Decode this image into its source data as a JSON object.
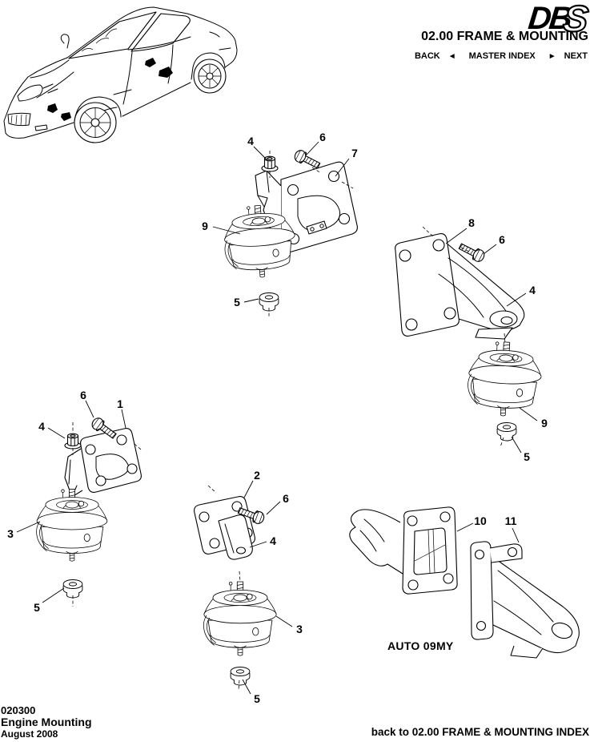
{
  "header": {
    "logo": {
      "db": "DB",
      "s": "S"
    },
    "section_title": "02.00 FRAME & MOUNTING",
    "nav": {
      "back": "BACK",
      "back_arrow": "◄",
      "master_index": "MASTER INDEX",
      "next_arrow": "►",
      "next": "NEXT"
    }
  },
  "diagram": {
    "variant_label": "AUTO 09MY",
    "callouts": [
      {
        "label": "4"
      },
      {
        "label": "6"
      },
      {
        "label": "7"
      },
      {
        "label": "9"
      },
      {
        "label": "5"
      },
      {
        "label": "8"
      },
      {
        "label": "6"
      },
      {
        "label": "4"
      },
      {
        "label": "9"
      },
      {
        "label": "5"
      },
      {
        "label": "6"
      },
      {
        "label": "1"
      },
      {
        "label": "4"
      },
      {
        "label": "3"
      },
      {
        "label": "5"
      },
      {
        "label": "2"
      },
      {
        "label": "6"
      },
      {
        "label": "4"
      },
      {
        "label": "3"
      },
      {
        "label": "5"
      },
      {
        "label": "10"
      },
      {
        "label": "11"
      }
    ]
  },
  "footer": {
    "doc_code": "020300",
    "doc_title": "Engine Mounting",
    "date": "August 2008",
    "back_link": "back to 02.00 FRAME & MOUNTING INDEX"
  },
  "colors": {
    "ink": "#000000",
    "paper": "#ffffff"
  }
}
